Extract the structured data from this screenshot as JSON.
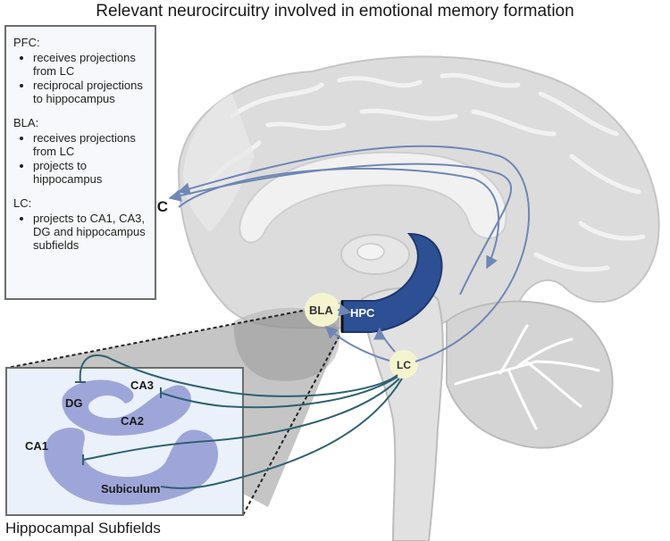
{
  "title": "Relevant neurocircuitry involved in emotional memory formation",
  "legend": {
    "groups": [
      {
        "heading": "PFC:",
        "items": [
          "receives projections from LC",
          "reciprocal projections to hippocampus"
        ]
      },
      {
        "heading": "BLA:",
        "items": [
          "receives projections from LC",
          "projects to hippocampus"
        ]
      },
      {
        "heading": "LC:",
        "items": [
          "projects to CA1, CA3, DG and hippocampus subfields"
        ]
      }
    ]
  },
  "brain_labels": {
    "pfc": "PFC",
    "bla": "BLA",
    "hpc": "HPC",
    "lc": "LC"
  },
  "subfield_labels": {
    "dg": "DG",
    "ca3": "CA3",
    "ca2": "CA2",
    "ca1": "CA1",
    "subiculum": "Subiculum"
  },
  "caption": "Hippocampal Subfields",
  "colors": {
    "brain_fill": "#dcdcdc",
    "hpc_fill": "#2d4f93",
    "arrow": "#6f87b4",
    "lc_projection": "#2f6172",
    "subfield_fill": "#9ea6d9",
    "node_fill": "#f4f4cf"
  }
}
